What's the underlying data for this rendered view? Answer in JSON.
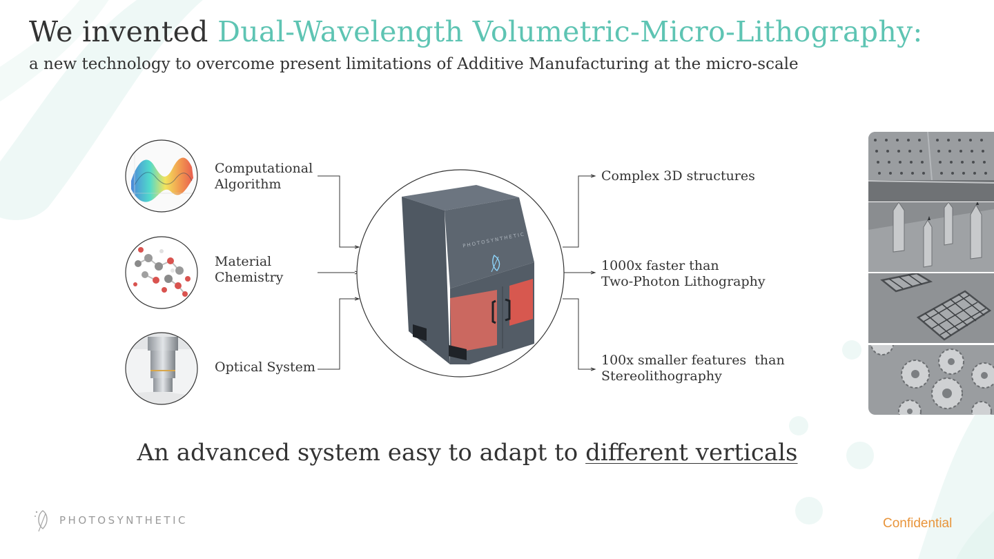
{
  "title": {
    "prefix": "We invented ",
    "highlight": "Dual-Wavelength Volumetric-Micro-Lithography",
    "suffix": ":"
  },
  "subtitle": "a new technology to overcome present limitations of Additive Manufacturing at the micro-scale",
  "inputs": [
    {
      "line1": "Computational",
      "line2": "Algorithm",
      "image": "wave-surface-plot"
    },
    {
      "line1": "Material",
      "line2": "Chemistry",
      "image": "molecule-model"
    },
    {
      "line1": "Optical System",
      "line2": "",
      "image": "microscope-objective"
    }
  ],
  "device": {
    "brand": "PHOTOSYNTHETIC"
  },
  "outputs": [
    {
      "line1": "Complex 3D structures",
      "line2": ""
    },
    {
      "line1": "1000x faster than",
      "line2": "Two-Photon Lithography"
    },
    {
      "line1": "100x smaller features  than",
      "line2": "Stereolithography"
    }
  ],
  "tagline": {
    "prefix": "An advanced system easy to adapt to ",
    "underlined": "different verticals"
  },
  "footer": {
    "logo_text": "PHOTOSYNTHETIC",
    "confidential": "Confidential"
  },
  "sem_images": [
    "hole-array",
    "micro-needles",
    "lattice-grids",
    "micro-gears"
  ],
  "colors": {
    "accent": "#5ec4b3",
    "confidential": "#e8943a",
    "text": "#333333",
    "device_body": "#5a6470",
    "device_window": "#d9534a"
  }
}
